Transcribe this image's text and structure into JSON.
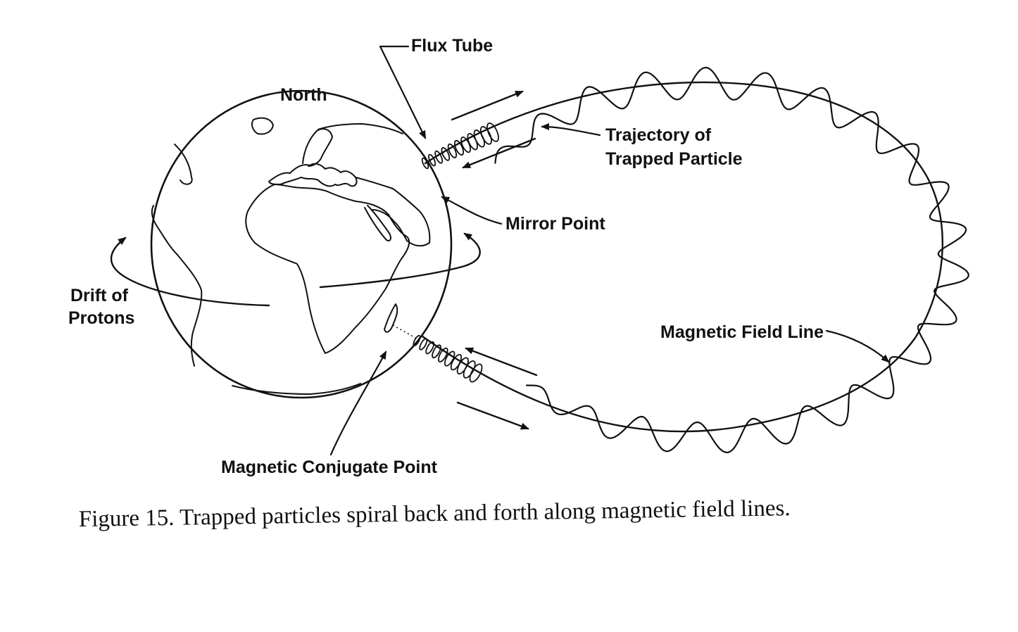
{
  "labels": {
    "flux_tube": "Flux Tube",
    "north": "North",
    "trajectory_line1": "Trajectory of",
    "trajectory_line2": "Trapped Particle",
    "mirror_point": "Mirror Point",
    "drift_line1": "Drift of",
    "drift_line2": "Protons",
    "magnetic_field_line": "Magnetic Field Line",
    "conjugate_point": "Magnetic Conjugate Point"
  },
  "caption": "Figure 15.  Trapped particles spiral back and forth along magnetic field lines.",
  "colors": {
    "ink": "#111111",
    "background": "#ffffff"
  }
}
